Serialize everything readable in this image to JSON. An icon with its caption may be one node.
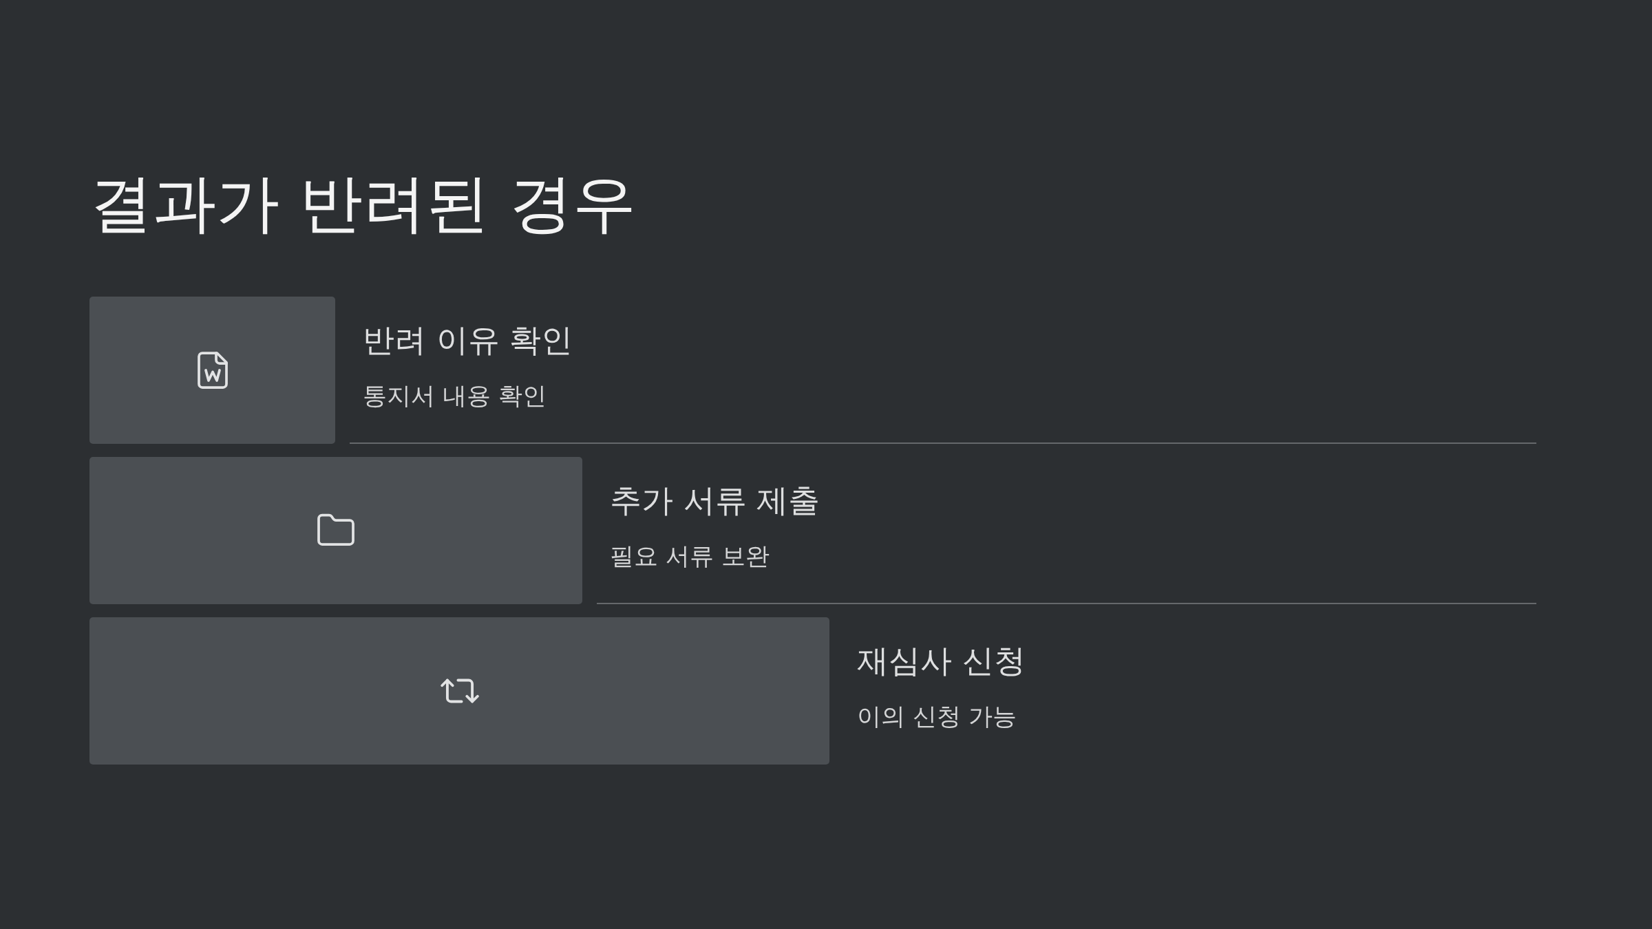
{
  "diagram": {
    "title": "결과가 반려된 경우",
    "nodes": [
      {
        "text": [],
        "shape": "bar",
        "beside": [
          "반려 이유 확인",
          "통지서 내용 확인"
        ]
      },
      {
        "text": [],
        "shape": "bar",
        "beside": [
          "추가 서류 제출",
          "필요 서류 보완"
        ]
      },
      {
        "text": [],
        "shape": "bar",
        "beside": [
          "재심사 신청",
          "이의 신청 가능"
        ]
      }
    ]
  }
}
